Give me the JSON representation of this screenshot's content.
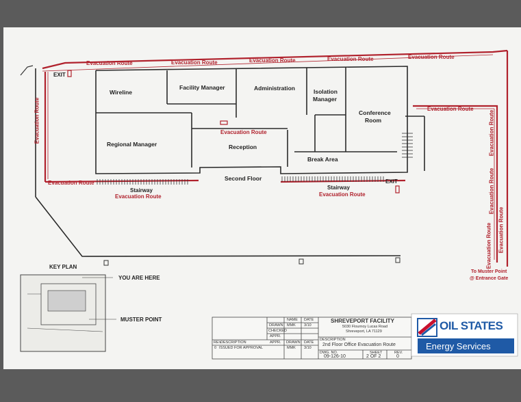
{
  "colors": {
    "route": "#b0212c",
    "wall": "#2a2a2a",
    "paper": "#f4f4f2",
    "brand_red": "#c8102e",
    "brand_blue": "#1f5aa6"
  },
  "plan": {
    "rooms": [
      "Wireline",
      "Facility Manager",
      "Administration",
      "Isolation",
      "Manager",
      "Conference",
      "Room",
      "Regional Manager",
      "Reception",
      "Break Area",
      "Second Floor"
    ],
    "route_label": "Evacuation Route",
    "vertical_label": "Evacuation Route",
    "exit": "EXIT",
    "stairway": "Stairway",
    "muster_line1": "To Muster Point",
    "muster_line2": "@ Entrance Gate"
  },
  "key_plan": {
    "title": "KEY PLAN",
    "you_are_here": "YOU ARE HERE",
    "muster_point": "MUSTER POINT"
  },
  "title_block": {
    "col_name": "NAME",
    "col_date": "DATE",
    "drawn": "DRAWN",
    "drawn_name": "MMK",
    "drawn_date": "3/10",
    "checked": "CHECKED",
    "appr": "APPR.",
    "rev": "REV",
    "description": "DESCRIPTION",
    "drawn2": "DRAWN",
    "rev_num": "0",
    "rev_desc": "ISSUED FOR APPROVAL",
    "rev_name": "MMK",
    "rev_date": "3/10",
    "facility": "SHREVEPORT FACILITY",
    "addr1": "5030 Flournoy Lucas Road",
    "addr2": "Shreveport, LA 71129",
    "desc_label": "DESCRIPTION",
    "desc": "2nd Floor Office Evacuation Route",
    "dwg_label": "DWG. NO.",
    "dwg": "09-126-10",
    "sheet_label": "SHEET",
    "sheet": "2 OF 2",
    "revno_label": "REV.",
    "revno": "0"
  },
  "logo": {
    "name": "OIL STATES",
    "sub": "Energy Services"
  }
}
